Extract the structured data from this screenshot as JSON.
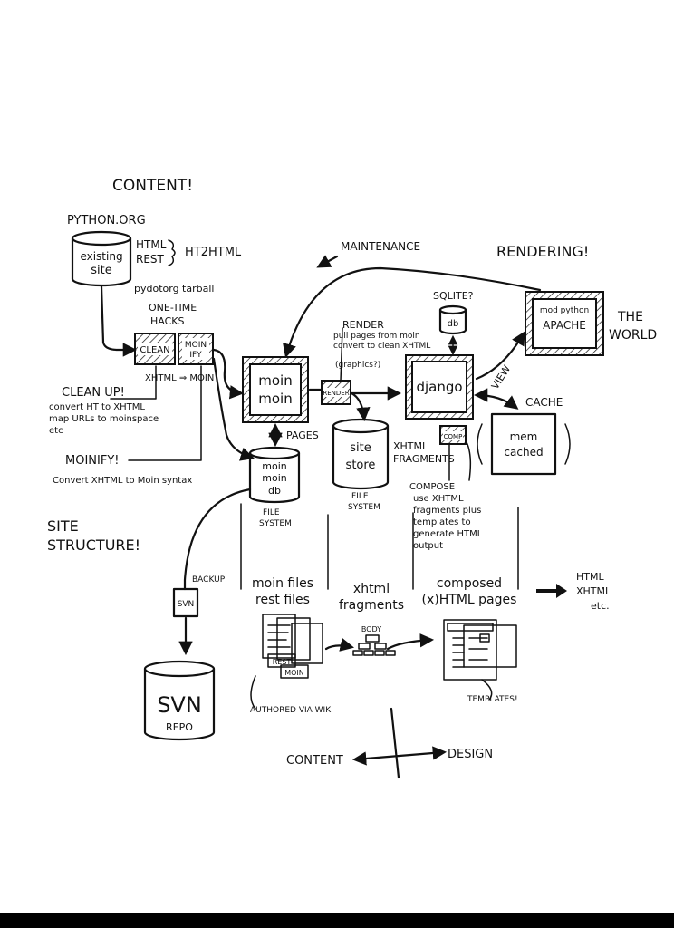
{
  "colors": {
    "ink": "#111111",
    "paper": "#ffffff",
    "edge": "#000000"
  },
  "heading_content": "CONTENT!",
  "heading_rendering": "RENDERING!",
  "heading_site_structure": [
    "SITE",
    "STRUCTURE!"
  ],
  "python_org": "PYTHON.ORG",
  "existing_site": [
    "existing",
    "site"
  ],
  "html_rest": [
    "HTML",
    "REST"
  ],
  "ht2html": "HT2HTML",
  "pydotorg_tarball": "pydotorg tarball",
  "one_time_hacks": [
    "ONE-TIME",
    "HACKS"
  ],
  "clean_box": "CLEAN",
  "moinify_box": [
    "MOIN",
    "IFY"
  ],
  "xhtml_moin": "XHTML ⇒ MOIN",
  "clean_up_note": [
    "CLEAN UP!",
    "convert HT to XHTML",
    "map URLs to moinspace",
    "etc"
  ],
  "moinify_note": [
    "MOINIFY!",
    "Convert XHTML to Moin syntax"
  ],
  "maintenance": "MAINTENANCE",
  "moin_moin": [
    "moin",
    "moin"
  ],
  "render_box": "RENDER",
  "render_note": [
    "RENDER",
    "pull pages from moin",
    "convert to clean XHTML",
    "(graphics?)"
  ],
  "sqlite": [
    "SQLITE?",
    "db"
  ],
  "django": "django",
  "mod_python_apache": [
    "mod python",
    "APACHE"
  ],
  "the_world": [
    "THE",
    "WORLD"
  ],
  "view": "VIEW",
  "cache": "CACHE",
  "memcached": [
    "mem",
    "cached"
  ],
  "pages_label": "PAGES",
  "moin_moin_db": [
    "moin",
    "moin",
    "db"
  ],
  "file_system_1": [
    "FILE",
    "SYSTEM"
  ],
  "site_store": [
    "site",
    "store"
  ],
  "file_system_2": [
    "FILE",
    "SYSTEM"
  ],
  "xhtml_fragments_label": [
    "XHTML",
    "FRAGMENTS"
  ],
  "comp_box": "COMP",
  "compose_note": [
    "COMPOSE",
    "use XHTML",
    "fragments plus",
    "templates to",
    "generate HTML",
    "output"
  ],
  "backup": "BACKUP",
  "svn_box": "SVN",
  "svn_repo": [
    "SVN",
    "REPO"
  ],
  "col_moin_files": [
    "moin files",
    "rest files"
  ],
  "col_xhtml_fragments": [
    "xhtml",
    "fragments"
  ],
  "col_composed": [
    "composed",
    "(x)HTML pages"
  ],
  "outputs": [
    "HTML",
    "XHTML",
    "etc."
  ],
  "rest_tag": "REST",
  "moin_tag": "MOIN",
  "body_tag": "BODY",
  "authored_via_wiki": "AUTHORED VIA WIKI",
  "templates_note": "TEMPLATES!",
  "axis_content": "CONTENT",
  "axis_design": "DESIGN"
}
